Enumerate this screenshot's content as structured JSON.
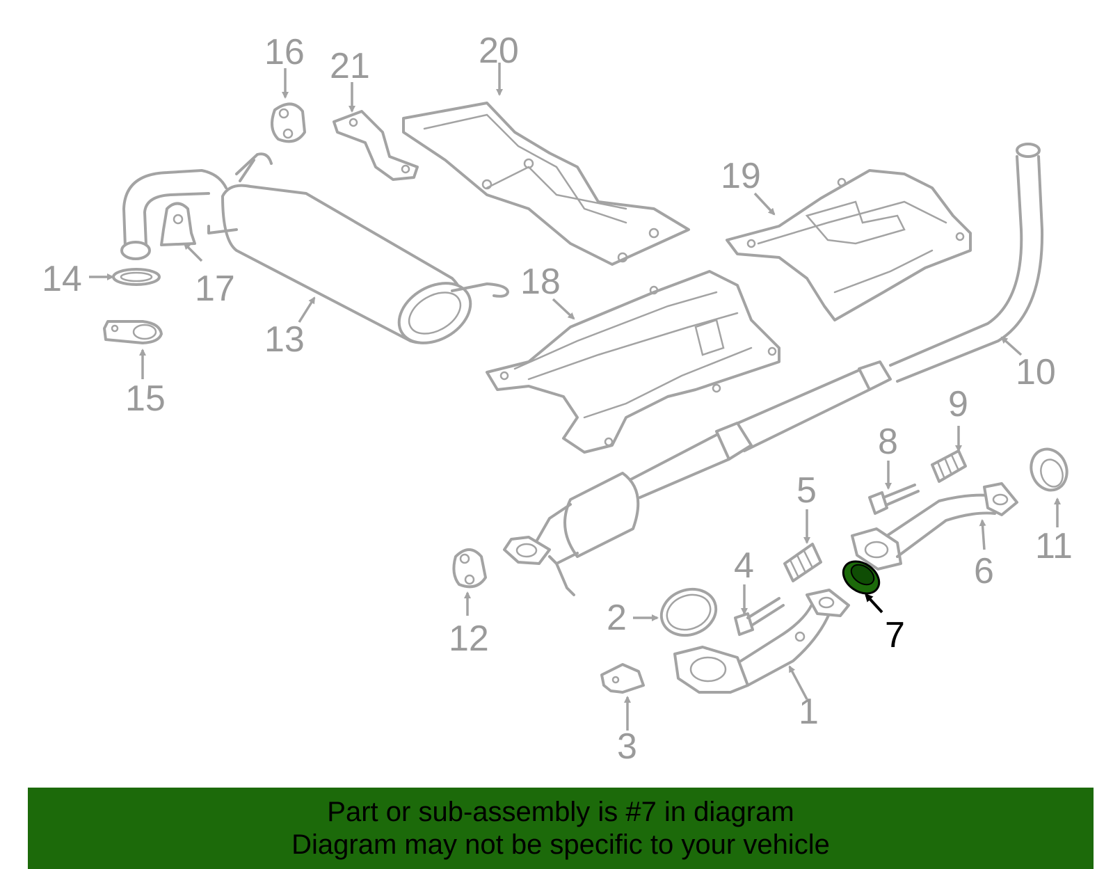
{
  "diagram": {
    "highlighted_part": "7",
    "highlight_color": "#1c6a0a",
    "part_color": "#a3a3a3",
    "callouts": [
      "1",
      "2",
      "3",
      "4",
      "5",
      "6",
      "7",
      "8",
      "9",
      "10",
      "11",
      "12",
      "13",
      "14",
      "15",
      "16",
      "17",
      "18",
      "19",
      "20",
      "21"
    ]
  },
  "banner": {
    "line1": "Part or sub-assembly is #7 in diagram",
    "line2": "Diagram may not be specific to your vehicle",
    "background": "#1c6a0a"
  }
}
